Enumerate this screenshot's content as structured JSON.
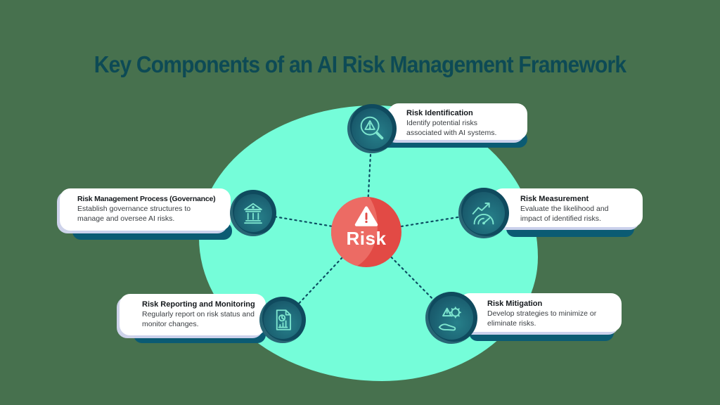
{
  "title": "Key Components of an AI Risk Management Framework",
  "center": {
    "label": "Risk",
    "icon": "warning-triangle-icon"
  },
  "cards": [
    {
      "id": "identification",
      "title": "Risk Identification",
      "description": "Identify potential risks associated with AI systems.",
      "icon": "magnifier-warning-icon"
    },
    {
      "id": "measurement",
      "title": "Risk Measurement",
      "description": "Evaluate the likelihood and impact of identified risks.",
      "icon": "gauge-arrow-icon"
    },
    {
      "id": "mitigation",
      "title": "Risk Mitigation",
      "description": "Develop strategies to minimize or eliminate risks.",
      "icon": "hand-warning-gear-icon"
    },
    {
      "id": "reporting",
      "title": "Risk Reporting and Monitoring",
      "description": "Regularly report on risk status and monitor changes.",
      "icon": "report-document-icon"
    },
    {
      "id": "governance",
      "title": "Risk Management Process (Governance)",
      "description": "Establish governance structures to manage and oversee AI risks.",
      "icon": "bank-building-icon"
    }
  ],
  "colors": {
    "background_green": "#47714E",
    "mint_blob": "#75FDD9",
    "title_teal": "#0D4A55",
    "card_shadow_teal": "#0B5B73",
    "node_dark_teal": "#0F4A5E",
    "icon_stroke": "#7EE6CF",
    "risk_red": "#E24A45",
    "risk_red_light": "#EC6B64",
    "connector_teal": "#0C4E62"
  }
}
